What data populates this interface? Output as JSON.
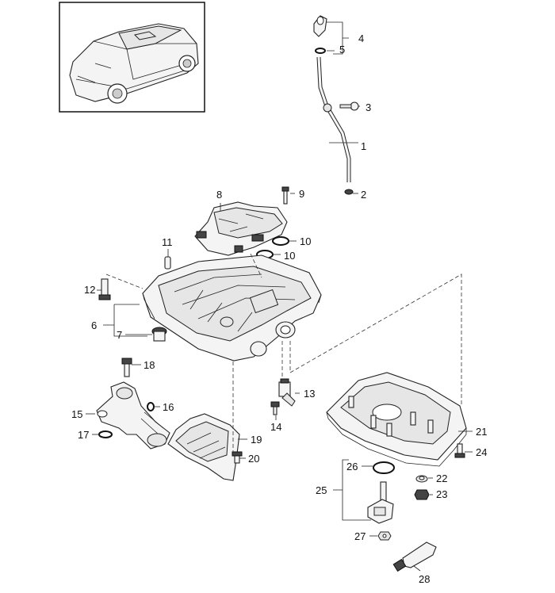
{
  "diagram": {
    "callouts": [
      "1",
      "2",
      "3",
      "4",
      "5",
      "6",
      "7",
      "8",
      "9",
      "10",
      "10",
      "11",
      "12",
      "13",
      "14",
      "15",
      "16",
      "17",
      "18",
      "19",
      "20",
      "21",
      "22",
      "23",
      "24",
      "25",
      "26",
      "27",
      "28"
    ]
  },
  "colors": {
    "line": "#222222",
    "background": "#ffffff",
    "fill": "#f4f4f4"
  }
}
